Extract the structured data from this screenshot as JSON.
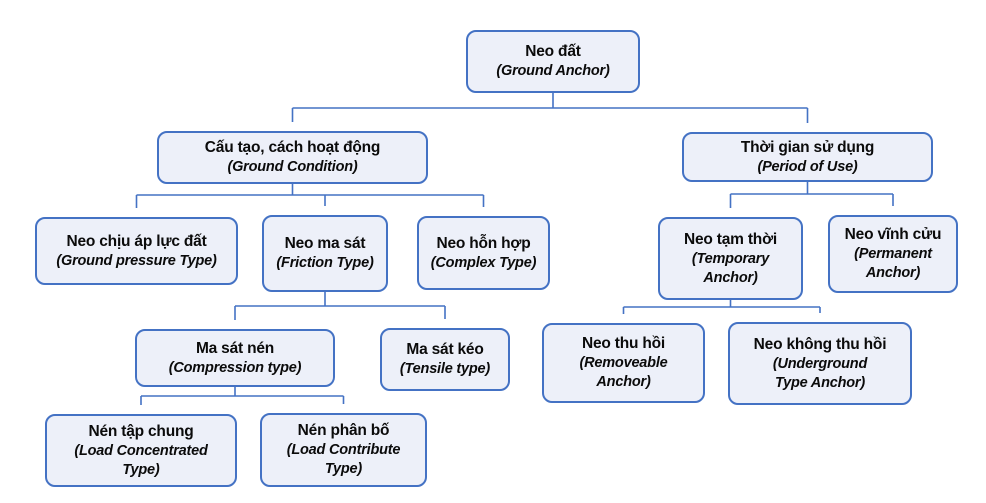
{
  "figure": {
    "type": "tree-diagram",
    "description": "Classification of ground anchors"
  },
  "colors": {
    "accent": "#4472C4",
    "node_fill": "#EDF0F9",
    "node_border": "#4472C4",
    "connector": "#4472C4",
    "text": "#0B0B0B",
    "background": "#FFFFFF"
  },
  "nodes": [
    {
      "id": "neo-dat",
      "vi": "Neo đất",
      "en": "(Ground Anchor)"
    },
    {
      "id": "cau-tao",
      "vi": "Cấu tạo, cách hoạt động",
      "en": "(Ground Condition)"
    },
    {
      "id": "thoi-gian",
      "vi": "Thời gian sử dụng",
      "en": "(Period of Use)"
    },
    {
      "id": "neo-chiu-ap-luc-dat",
      "vi": "Neo chịu áp lực đất",
      "en": "(Ground pressure Type)"
    },
    {
      "id": "neo-ma-sat",
      "vi": "Neo ma sát",
      "en": "(Friction Type)"
    },
    {
      "id": "neo-hon-hop",
      "vi": "Neo hỗn hợp",
      "en": "(Complex Type)"
    },
    {
      "id": "neo-tam-thoi",
      "vi": "Neo tạm thời",
      "en": "(Temporary\nAnchor)"
    },
    {
      "id": "neo-vinh-cuu",
      "vi": "Neo vĩnh cửu",
      "en": "(Permanent\nAnchor)"
    },
    {
      "id": "ma-sat-nen",
      "vi": "Ma sát nén",
      "en": "(Compression type)"
    },
    {
      "id": "ma-sat-keo",
      "vi": "Ma sát kéo",
      "en": "(Tensile type)"
    },
    {
      "id": "nen-tap-chung",
      "vi": "Nén tập chung",
      "en": "(Load Concentrated\nType)"
    },
    {
      "id": "nen-phan-bo",
      "vi": "Nén phân bố",
      "en": "(Load Contribute\nType)"
    },
    {
      "id": "neo-thu-hoi",
      "vi": "Neo thu hồi",
      "en": "(Removeable\nAnchor)"
    },
    {
      "id": "neo-khong-thu-hoi",
      "vi": "Neo không thu hồi",
      "en": "(Underground\nType Anchor)"
    }
  ],
  "hierarchy": {
    "neo-dat": [
      "cau-tao",
      "thoi-gian"
    ],
    "cau-tao": [
      "neo-chiu-ap-luc-dat",
      "neo-ma-sat",
      "neo-hon-hop"
    ],
    "thoi-gian": [
      "neo-tam-thoi",
      "neo-vinh-cuu"
    ],
    "neo-ma-sat": [
      "ma-sat-nen",
      "ma-sat-keo"
    ],
    "neo-tam-thoi": [
      "neo-thu-hoi",
      "neo-khong-thu-hoi"
    ],
    "ma-sat-nen": [
      "nen-tap-chung",
      "nen-phan-bo"
    ]
  }
}
